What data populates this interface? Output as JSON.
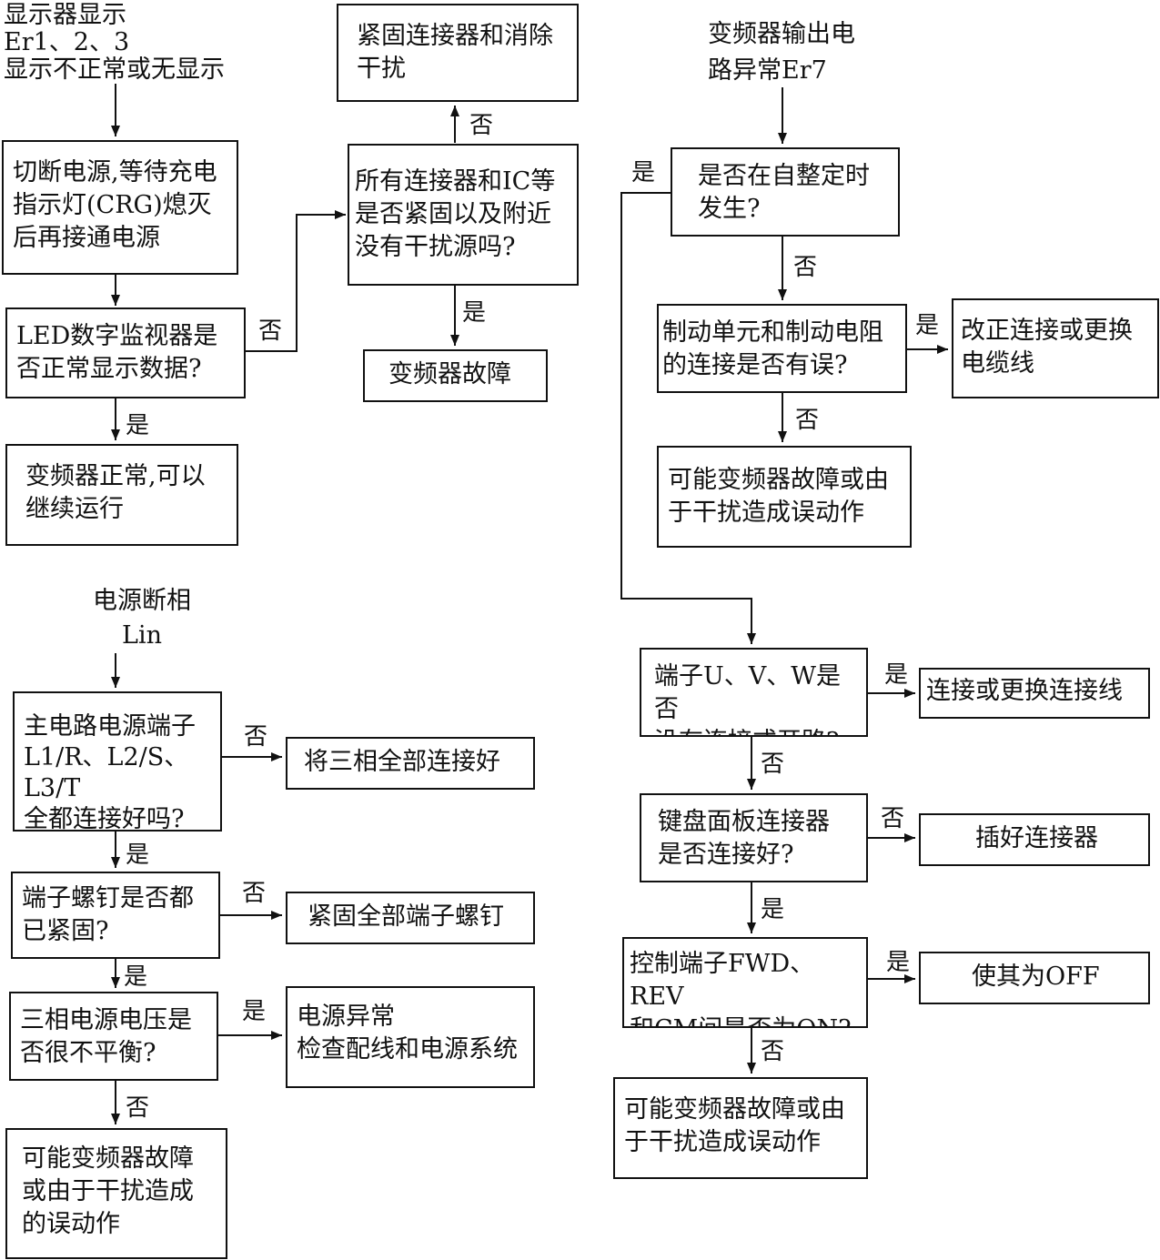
{
  "flow1": {
    "trigger": "显示器显示\nEr1、2、3\n显示不正常或无显示",
    "step_power": "切断电源,等待充电\n指示灯(CRG)熄灭\n后再接通电源",
    "q_led": "LED数字监视器是\n否正常显示数据?",
    "r_normal": "变频器正常,可以\n继续运行",
    "q_connectors": "所有连接器和IC等\n是否紧固以及附近\n没有干扰源吗?",
    "r_tighten": "紧固连接器和消除\n干扰",
    "r_fault": "变频器故障"
  },
  "flow2": {
    "trigger": "电源断相\nLin",
    "q_terminals": "主电路电源端子\nL1/R、L2/S、L3/T\n全都连接好吗?",
    "r_connect": "将三相全部连接好",
    "q_screws": "端子螺钉是否都\n已紧固?",
    "r_screws": "紧固全部端子螺钉",
    "q_voltage": "三相电源电压是\n否很不平衡?",
    "r_power": "电源异常\n检查配线和电源系统",
    "r_final": "可能变频器故障\n或由于干扰造成\n的误动作"
  },
  "flow3": {
    "trigger": "变频器输出电\n路异常Er7",
    "q_autotune": "是否在自整定时\n发生?",
    "q_brake": "制动单元和制动电阻\n的连接是否有误?",
    "r_cable": "改正连接或更换\n电缆线",
    "r_fault_a": "可能变频器故障或由\n于干扰造成误动作",
    "q_uvw": "端子U、V、W是否\n没有连接或开路?",
    "r_wire": "连接或更换连接线",
    "q_keypad": "键盘面板连接器\n是否连接好?",
    "r_plug": "插好连接器",
    "q_fwd": "控制端子FWD、REV\n和CM间是否为ON?",
    "r_off": "使其为OFF",
    "r_fault_b": "可能变频器故障或由\n于干扰造成误动作"
  },
  "labels": {
    "yes": "是",
    "no": "否"
  }
}
